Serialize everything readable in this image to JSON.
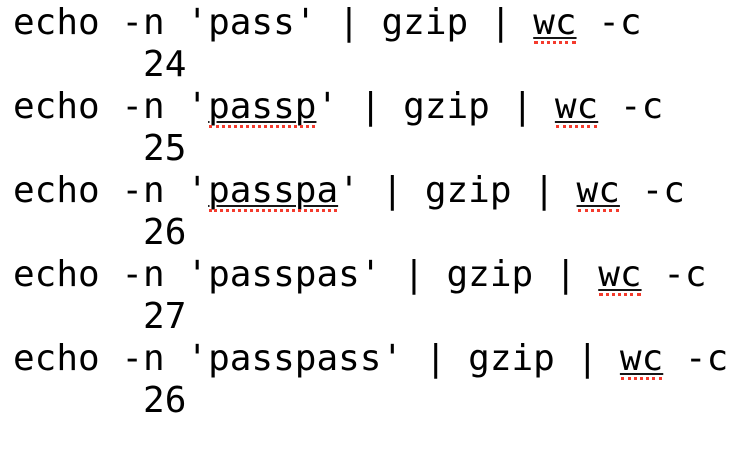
{
  "colors": {
    "background": "#ffffff",
    "text": "#000000",
    "misspelled_underline": "#161616",
    "squiggle": "#f43b2d"
  },
  "terminal": {
    "lines": [
      {
        "kind": "command",
        "parts": [
          {
            "t": "echo -n '"
          },
          {
            "t": "pass"
          },
          {
            "t": "' | gzip | "
          },
          {
            "t": "wc",
            "misspelled": true
          },
          {
            "t": " -c"
          }
        ]
      },
      {
        "kind": "output",
        "parts": [
          {
            "t": "      24"
          }
        ]
      },
      {
        "kind": "command",
        "parts": [
          {
            "t": "echo -n '"
          },
          {
            "t": "passp",
            "misspelled": true
          },
          {
            "t": "' | gzip | "
          },
          {
            "t": "wc",
            "misspelled": true
          },
          {
            "t": " -c"
          }
        ]
      },
      {
        "kind": "output",
        "parts": [
          {
            "t": "      25"
          }
        ]
      },
      {
        "kind": "command",
        "parts": [
          {
            "t": "echo -n '"
          },
          {
            "t": "passpa",
            "misspelled": true
          },
          {
            "t": "' | gzip | "
          },
          {
            "t": "wc",
            "misspelled": true
          },
          {
            "t": " -c"
          }
        ]
      },
      {
        "kind": "output",
        "parts": [
          {
            "t": "      26"
          }
        ]
      },
      {
        "kind": "command",
        "parts": [
          {
            "t": "echo -n '"
          },
          {
            "t": "passpas"
          },
          {
            "t": "' | gzip | "
          },
          {
            "t": "wc",
            "misspelled": true
          },
          {
            "t": " -c"
          }
        ]
      },
      {
        "kind": "output",
        "parts": [
          {
            "t": "      27"
          }
        ]
      },
      {
        "kind": "command",
        "parts": [
          {
            "t": "echo -n '"
          },
          {
            "t": "passpass"
          },
          {
            "t": "' | gzip | "
          },
          {
            "t": "wc",
            "misspelled": true
          },
          {
            "t": " -c"
          }
        ]
      },
      {
        "kind": "output",
        "parts": [
          {
            "t": "      26"
          }
        ]
      }
    ]
  }
}
